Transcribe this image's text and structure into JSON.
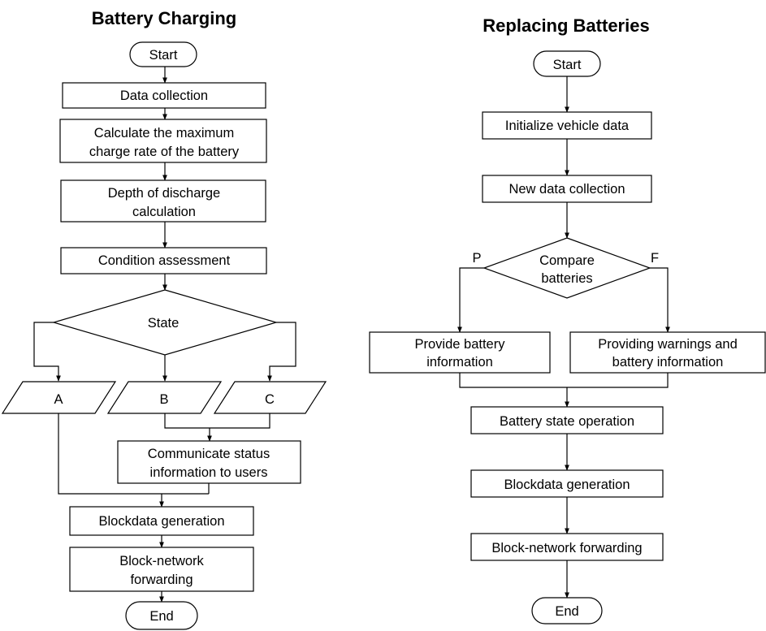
{
  "left": {
    "title": "Battery Charging",
    "start": "Start",
    "data_collection": "Data collection",
    "max_charge_1": "Calculate the maximum",
    "max_charge_2": "charge rate of the battery",
    "depth_1": "Depth of discharge",
    "depth_2": "calculation",
    "condition": "Condition assessment",
    "state": "State",
    "out_a": "A",
    "out_b": "B",
    "out_c": "C",
    "communicate_1": "Communicate status",
    "communicate_2": "information to users",
    "blockdata": "Blockdata generation",
    "forward_1": "Block-network",
    "forward_2": "forwarding",
    "end": "End"
  },
  "right": {
    "title": "Replacing Batteries",
    "start": "Start",
    "init": "Initialize vehicle data",
    "new_data": "New data collection",
    "compare_1": "Compare",
    "compare_2": "batteries",
    "pass_label": "P",
    "fail_label": "F",
    "provide_1": "Provide battery",
    "provide_2": "information",
    "warning_1": "Providing warnings and",
    "warning_2": "battery information",
    "state_op": "Battery state operation",
    "blockdata": "Blockdata generation",
    "forward": "Block-network forwarding",
    "end": "End"
  }
}
